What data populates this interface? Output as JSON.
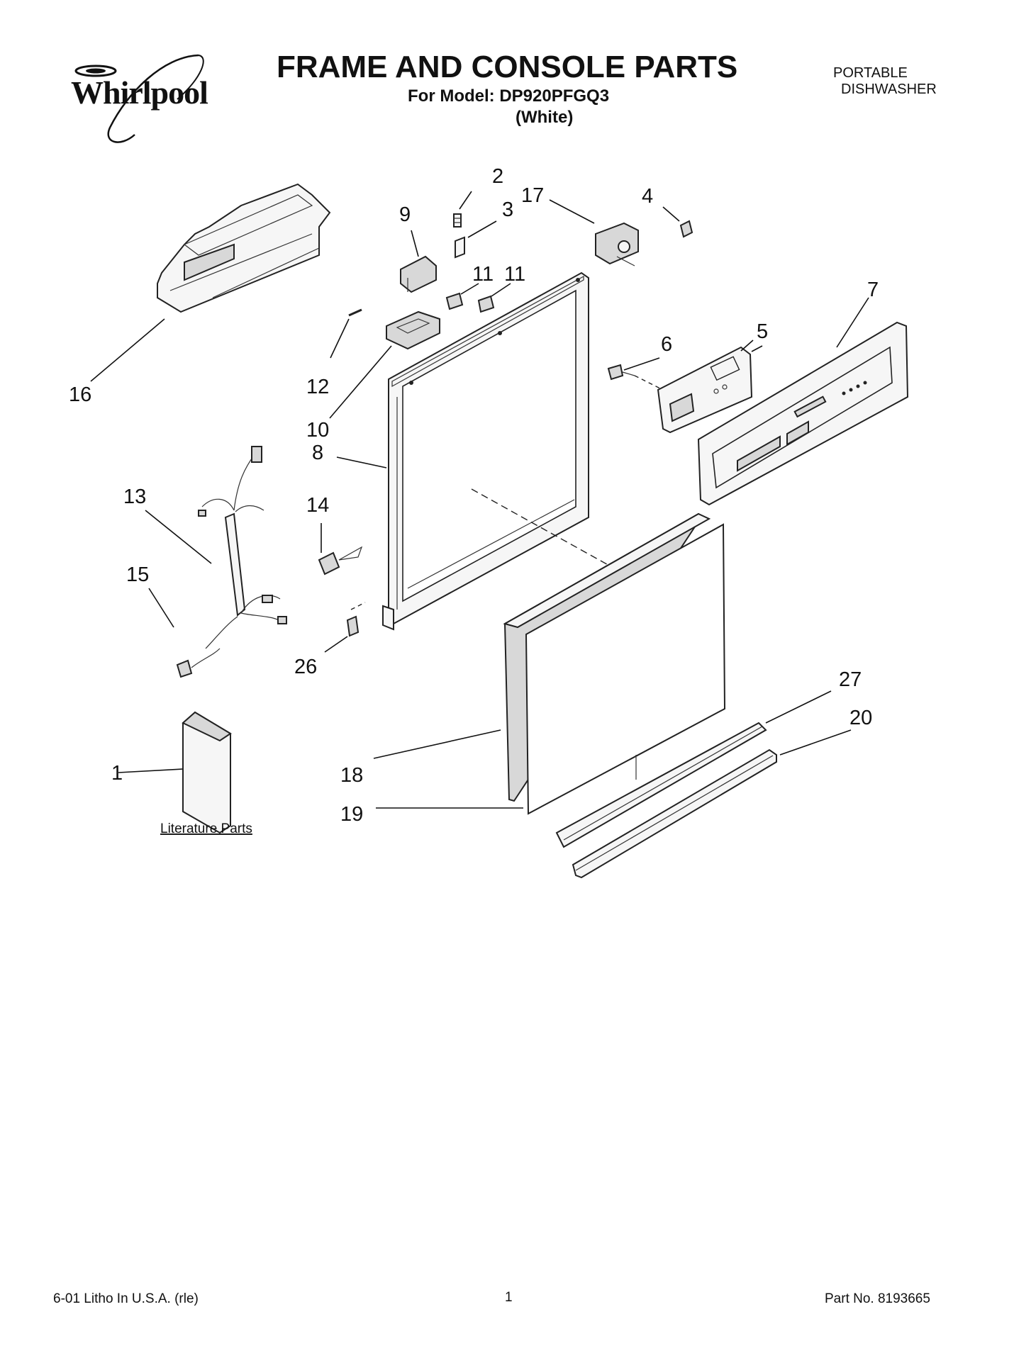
{
  "header": {
    "brand": "Whirlpool",
    "title": "FRAME AND CONSOLE PARTS",
    "model_line": "For Model: DP920PFGQ3",
    "variant": "(White)",
    "product_line1": "PORTABLE",
    "product_line2": "DISHWASHER"
  },
  "callouts": [
    "1",
    "2",
    "3",
    "4",
    "5",
    "6",
    "7",
    "8",
    "9",
    "10",
    "11",
    "11",
    "12",
    "13",
    "14",
    "15",
    "16",
    "17",
    "18",
    "19",
    "20",
    "26",
    "27"
  ],
  "literature_label": "Literature Parts",
  "footer": {
    "left": "6-01 Litho In U.S.A. (rle)",
    "center": "1",
    "right": "Part No. 8193665"
  }
}
